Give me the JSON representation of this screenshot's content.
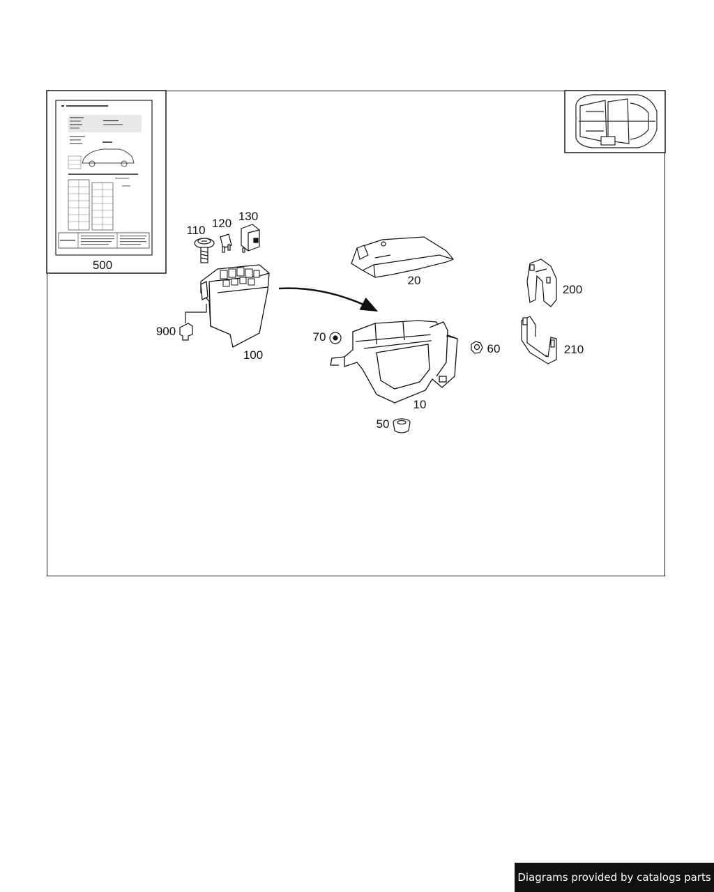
{
  "diagram": {
    "callouts": {
      "p500": "500",
      "p110": "110",
      "p120": "120",
      "p130": "130",
      "p100": "100",
      "p900": "900",
      "p20": "20",
      "p70": "70",
      "p60": "60",
      "p10": "10",
      "p50": "50",
      "p200": "200",
      "p210": "210"
    }
  },
  "footer": {
    "credit": "Diagrams provided by catalogs parts"
  },
  "colors": {
    "line": "#1a1a1a",
    "banner_bg": "#111111",
    "banner_text": "#ffffff"
  }
}
